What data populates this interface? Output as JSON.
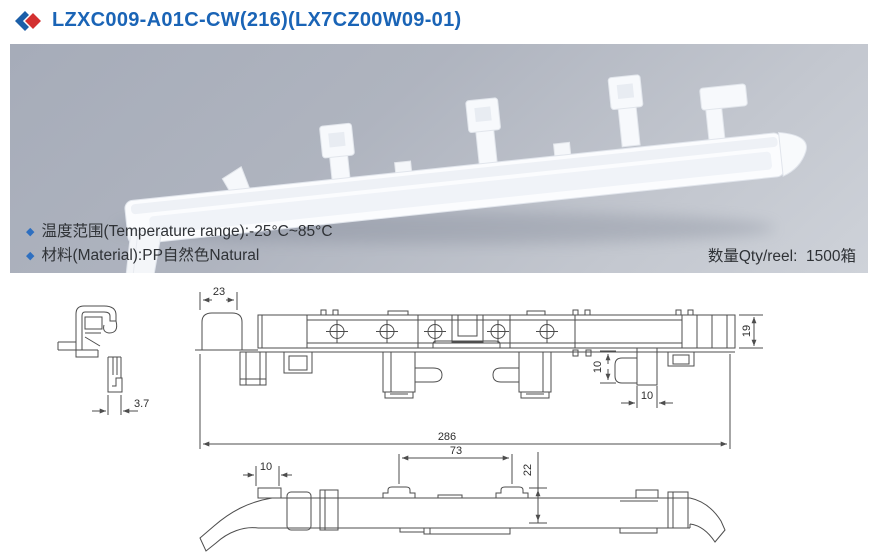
{
  "header": {
    "title": "LZXC009-A01C-CW(216)(LX7CZ00W09-01)"
  },
  "photo": {
    "specs": [
      {
        "bullet": "◆",
        "text": "温度范围(Temperature range):-25°C~85°C"
      },
      {
        "bullet": "◆",
        "text": "材料(Material):PP自然色Natural"
      }
    ],
    "qty": "数量Qty/reel:  1500箱"
  },
  "colors": {
    "title_blue": "#1a64b6",
    "bullet_blue": "#2e6fc0",
    "drawing_line": "#4d4d4d",
    "photo_bg_dark": "#a6acb9",
    "photo_bg_light": "#ced2d9",
    "diamond_blue": "#1c5fa8",
    "diamond_red": "#d33030"
  },
  "drawings": {
    "side": {
      "width": "3.7"
    },
    "top": {
      "cap_width": "23",
      "height": "19",
      "tab_vertical": "10",
      "tab_horizontal": "10",
      "length": "286"
    },
    "front": {
      "left_tab": "10",
      "center_span": "73",
      "height": "22"
    }
  }
}
